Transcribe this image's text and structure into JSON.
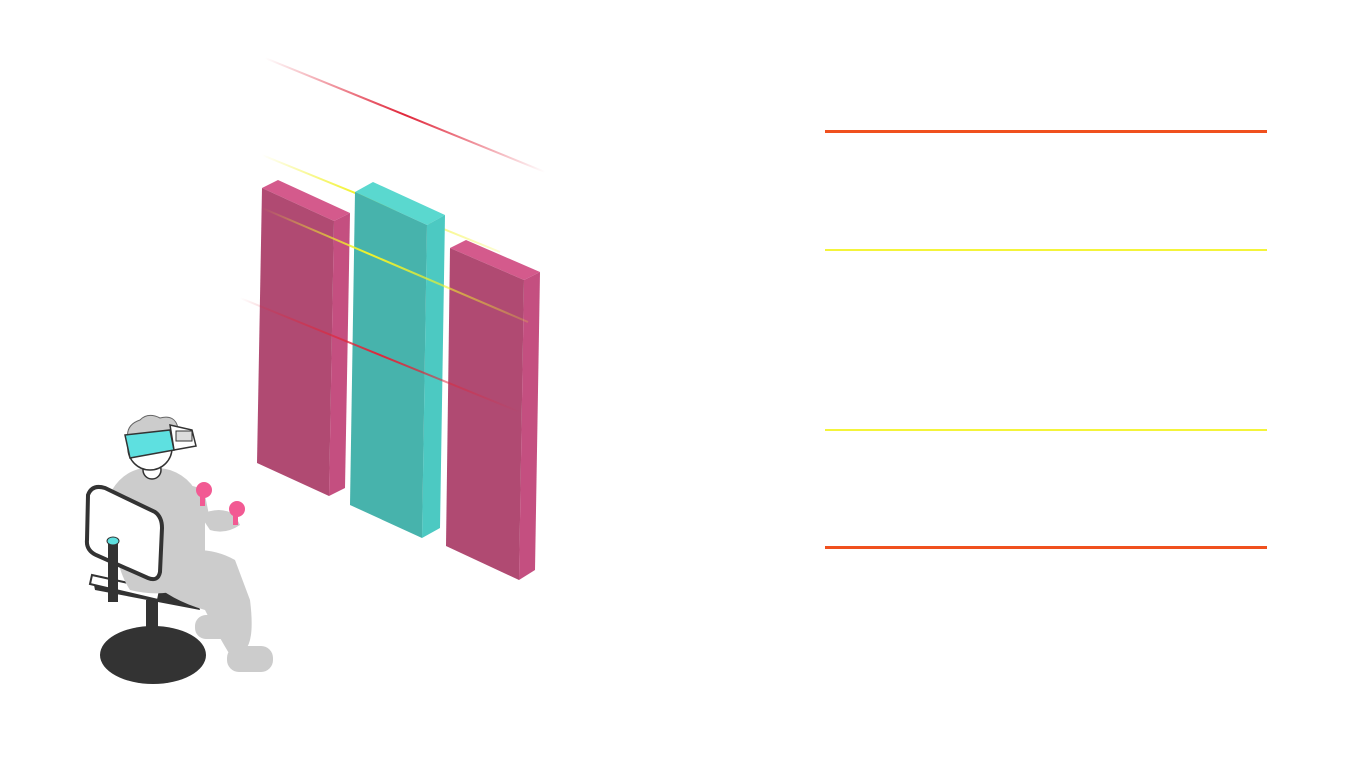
{
  "colors": {
    "background": "#ffffff",
    "pillar_pink_front": "#b04a72",
    "pillar_pink_side": "#c44f80",
    "pillar_pink_top": "#d45a8c",
    "pillar_teal_front": "#47b3ac",
    "pillar_teal_side": "#4cc9c2",
    "pillar_teal_top": "#5ad8cf",
    "beam_red": "#e0263a",
    "beam_yellow": "#f2f22a",
    "guide_orange": "#f0501e",
    "guide_yellow": "#f4f43a",
    "figure_gray": "#cccccc",
    "chair_dark": "#333333",
    "headset_cyan": "#5ee0e0",
    "controller_pink": "#f25a93"
  },
  "illustration": {
    "subject": "person-in-vr-headset-seated",
    "pillars": [
      "pink",
      "teal",
      "pink"
    ],
    "beams": [
      "red",
      "yellow",
      "yellow",
      "red"
    ]
  },
  "guides": [
    "orange",
    "yellow",
    "yellow",
    "orange"
  ]
}
